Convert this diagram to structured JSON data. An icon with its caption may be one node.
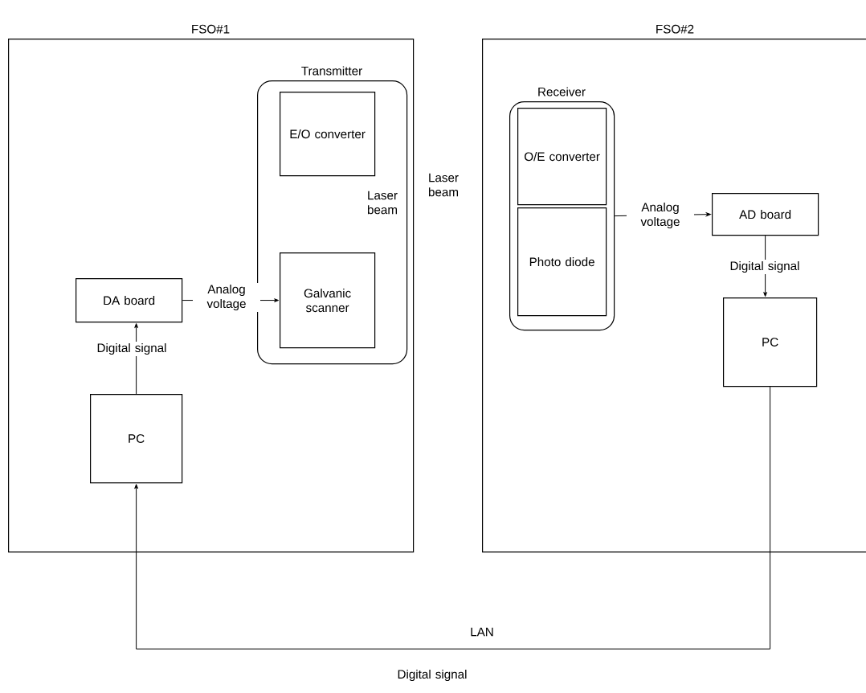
{
  "diagram": {
    "nodes": [
      {
        "text": [
          "FSO#1"
        ]
      },
      {
        "text": [
          "Transmitter"
        ],
        "in": 0
      },
      {
        "text": [
          "E/O converter"
        ],
        "in": 1
      },
      {
        "text": [
          "Galvanic scanner"
        ],
        "in": 1
      },
      {
        "text": [
          "DA board"
        ],
        "in": 0
      },
      {
        "text": [
          "PC"
        ],
        "in": 0
      },
      {
        "text": [
          "FSO#2"
        ]
      },
      {
        "text": [
          "Receiver"
        ],
        "in": 6
      },
      {
        "text": [
          "O/E converter"
        ],
        "in": 7
      },
      {
        "text": [
          "Photo diode"
        ],
        "in": 7
      },
      {
        "text": [
          "AD board"
        ],
        "in": 6
      },
      {
        "text": [
          "PC"
        ],
        "in": 6
      }
    ],
    "edges": [
      {
        "from": 5,
        "to": 4,
        "arrow": "to",
        "label": "Digital signal"
      },
      {
        "from": 4,
        "to": 3,
        "arrow": "to",
        "label": "Analog voltage"
      },
      {
        "from": 7,
        "to": 10,
        "arrow": "to",
        "label": "Analog voltage"
      },
      {
        "from": 10,
        "to": 11,
        "arrow": "to",
        "label": "Digital signal"
      },
      {
        "from": 11,
        "to": 5,
        "arrow": "to",
        "label": "LAN"
      }
    ],
    "labels": [
      "Laser beam",
      "Laser beam",
      "Digital signal"
    ]
  }
}
